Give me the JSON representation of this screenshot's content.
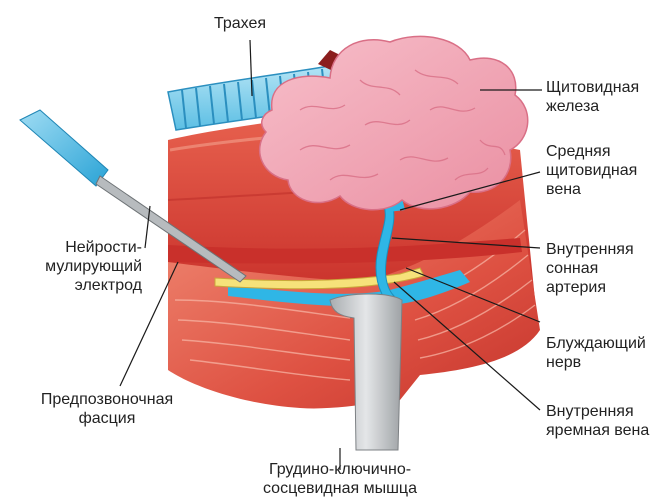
{
  "labels": {
    "trachea": "Трахея",
    "thyroid": [
      "Щитовидная",
      "железа"
    ],
    "middle_vein": [
      "Средняя",
      "щитовидная",
      "вена"
    ],
    "carotid": [
      "Внутренняя",
      "сонная",
      "артерия"
    ],
    "vagus": [
      "Блуждающий",
      "нерв"
    ],
    "jugular": [
      "Внутренняя",
      "яремная вена"
    ],
    "electrode": [
      "Нейрости-",
      "мулирующий",
      "электрод"
    ],
    "fascia": [
      "Предпозвоночная",
      "фасция"
    ],
    "muscle": [
      "Грудино-ключично-",
      "сосцевидная мышца"
    ]
  },
  "colors": {
    "muscle": "#d9433a",
    "muscle_light": "#ef8a7a",
    "thyroid": "#f2a6b4",
    "vein_blue": "#2fb6e6",
    "trachea_blue": "#8fd3ee",
    "nerve_yellow": "#f6e27a",
    "retractor": "#c9ccce"
  }
}
